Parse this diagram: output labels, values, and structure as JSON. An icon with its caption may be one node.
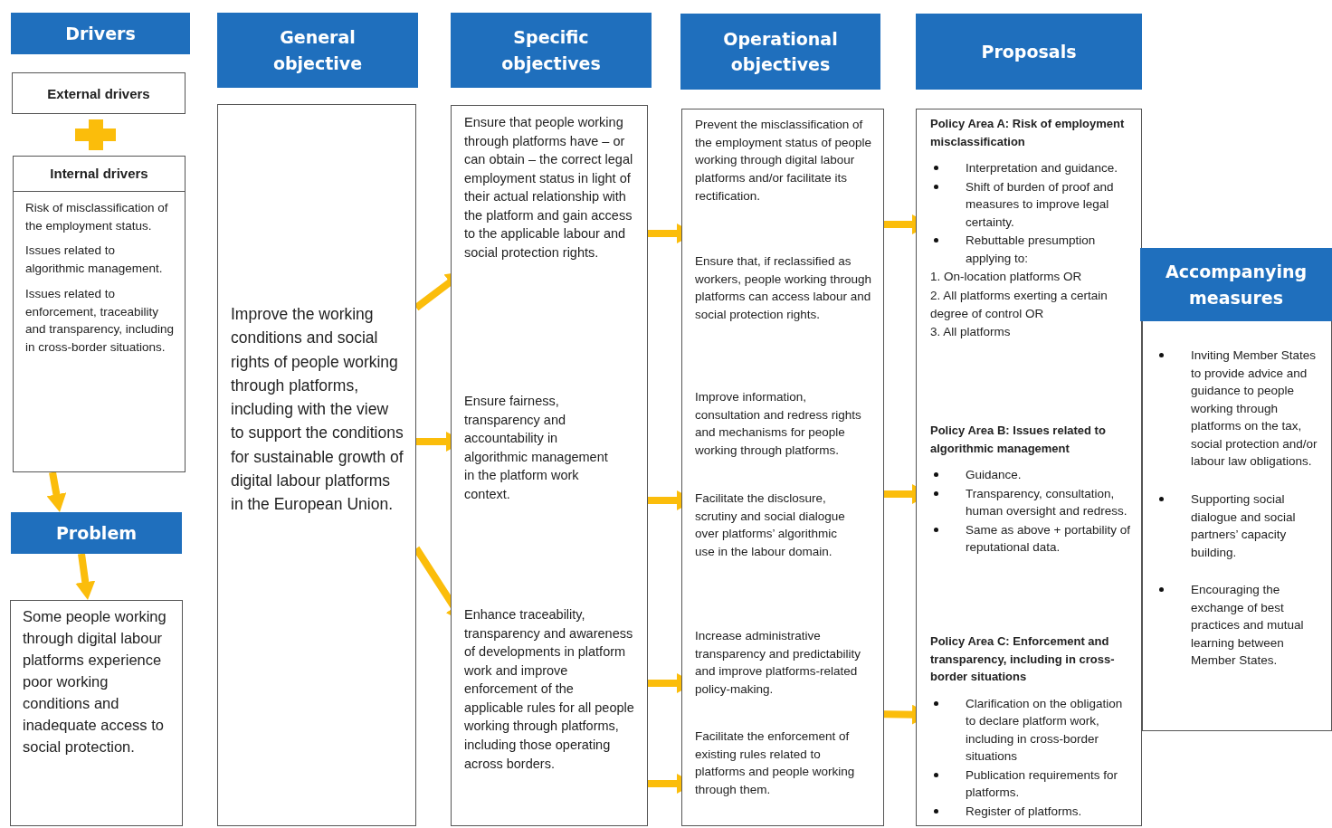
{
  "diagram": {
    "nodes": [
      {
        "text": [
          "Drivers"
        ]
      },
      {
        "text": [
          "External drivers"
        ]
      },
      {
        "text": [
          "Internal drivers",
          "Risk of misclassification of the employment status.",
          "Issues related to algorithmic management.",
          "Issues related to enforcement, traceability and transparency, including in cross-border situations."
        ]
      },
      {
        "text": [
          "Problem"
        ]
      },
      {
        "text": [
          "Some people working through digital labour platforms experience poor working conditions and inadequate access to social protection."
        ]
      },
      {
        "text": [
          "General objective"
        ]
      },
      {
        "text": [
          "Improve the working conditions and social rights of people working through platforms, including with the view to support the conditions for sustainable growth of digital labour platforms in the European Union."
        ]
      },
      {
        "text": [
          "Specific objectives"
        ]
      },
      {
        "text": [],
        "shape": "box"
      },
      {
        "text": [
          "Ensure that people working through platforms have – or can obtain – the correct legal employment status in light of their actual relationship with the platform and gain access to the applicable labour and social protection rights."
        ],
        "in": 8
      },
      {
        "text": [
          "Ensure fairness, transparency and accountability in algorithmic management in the platform work context."
        ],
        "in": 8
      },
      {
        "text": [
          "Enhance traceability, transparency and awareness of developments in platform work and improve enforcement of the applicable rules for all people working through platforms, including those operating across borders."
        ],
        "in": 8
      },
      {
        "text": [
          "Operational objectives"
        ]
      },
      {
        "text": [],
        "shape": "box"
      },
      {
        "text": [
          "Prevent the misclassification of the employment status of people working through digital labour platforms and/or facilitate its rectification."
        ],
        "in": 13
      },
      {
        "text": [
          "Ensure that, if reclassified as workers, people working through platforms can access labour and social protection rights."
        ],
        "in": 13
      },
      {
        "text": [
          "Improve information, consultation and redress rights and mechanisms for people working through platforms."
        ],
        "in": 13
      },
      {
        "text": [
          "Facilitate the disclosure, scrutiny and social dialogue over platforms’ algorithmic use in the labour domain."
        ],
        "in": 13
      },
      {
        "text": [
          "Increase administrative transparency and predictability and improve platforms-related policy-making."
        ],
        "in": 13
      },
      {
        "text": [
          "Facilitate the enforcement of existing rules related to platforms and people working through them."
        ],
        "in": 13
      },
      {
        "text": [
          "Proposals"
        ]
      },
      {
        "text": [],
        "shape": "box"
      },
      {
        "text": [
          "Policy Area A: Risk of employment misclassification",
          "Interpretation and guidance.",
          "Shift of burden of proof and measures to improve legal certainty.",
          "Rebuttable presumption applying to:",
          "1. On-location platforms OR",
          "2. All platforms exerting a certain degree of control OR",
          "3. All platforms"
        ],
        "in": 21
      },
      {
        "text": [
          "Policy Area B: Issues related to algorithmic management",
          "Guidance.",
          "Transparency, consultation, human oversight and redress.",
          "Same as above + portability of reputational data."
        ],
        "in": 21
      },
      {
        "text": [
          "Policy Area C: Enforcement and transparency, including in cross-border situations",
          "Clarification on the obligation to declare platform work, including in cross-border situations",
          "Publication requirements for platforms.",
          "Register of platforms."
        ],
        "in": 21
      },
      {
        "text": [
          "Accompanying measures"
        ]
      },
      {
        "text": [
          "Inviting Member States to provide advice and guidance to people working through platforms on the tax, social protection and/or labour law obligations.",
          "Supporting social dialogue and social partners’ capacity building.",
          "Encouraging the exchange of best practices and mutual learning between Member States."
        ]
      }
    ],
    "edges": [
      {
        "from": 2,
        "to": 3,
        "arrow": "to"
      },
      {
        "from": 3,
        "to": 4,
        "arrow": "to"
      },
      {
        "from": 6,
        "to": 9,
        "arrow": "to"
      },
      {
        "from": 6,
        "to": 10,
        "arrow": "to"
      },
      {
        "from": 6,
        "to": 11,
        "arrow": "to"
      },
      {
        "from": 9,
        "to": 14,
        "arrow": "to"
      },
      {
        "from": 10,
        "to": 17,
        "arrow": "to"
      },
      {
        "from": 11,
        "to": 18,
        "arrow": "to"
      },
      {
        "from": 11,
        "to": 19,
        "arrow": "to"
      },
      {
        "from": 14,
        "to": 22,
        "arrow": "to"
      },
      {
        "from": 17,
        "to": 23,
        "arrow": "to"
      },
      {
        "from": 18,
        "to": 24,
        "arrow": "to"
      }
    ]
  }
}
